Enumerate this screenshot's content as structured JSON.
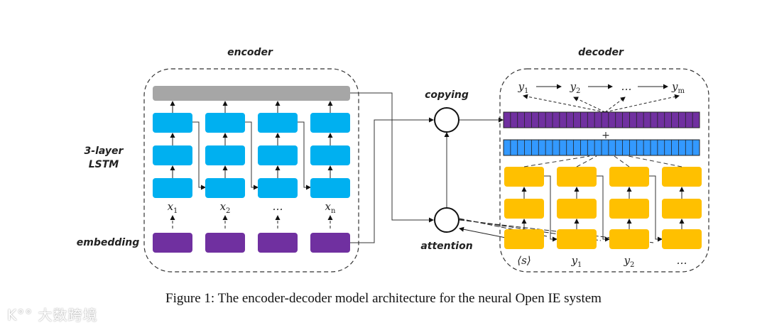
{
  "figure": {
    "caption": "Figure 1: The encoder-decoder model architecture for the neural Open IE system",
    "watermark": "K°° 大数跨境"
  },
  "encoder": {
    "title": "encoder",
    "layer_label_line1": "3-layer",
    "layer_label_line2": "LSTM",
    "embedding_label": "embedding",
    "inputs": [
      {
        "base": "x",
        "sub": "1"
      },
      {
        "base": "x",
        "sub": "2"
      },
      {
        "base": "…",
        "sub": ""
      },
      {
        "base": "x",
        "sub": "n"
      }
    ],
    "lstm_layers": 3,
    "columns": 4
  },
  "middle": {
    "copying_label": "copying",
    "attention_label": "attention"
  },
  "decoder": {
    "title": "decoder",
    "plus": "+",
    "outputs": [
      {
        "base": "y",
        "sub": "1"
      },
      {
        "base": "y",
        "sub": "2"
      },
      {
        "base": "…",
        "sub": ""
      },
      {
        "base": "y",
        "sub": "m"
      }
    ],
    "inputs": [
      {
        "base": "⟨s⟩",
        "sub": ""
      },
      {
        "base": "y",
        "sub": "1"
      },
      {
        "base": "y",
        "sub": "2"
      },
      {
        "base": "…",
        "sub": ""
      }
    ],
    "lstm_layers": 3,
    "columns": 4
  },
  "colors": {
    "encoder_lstm": "#00b0f0",
    "embedding": "#7030a0",
    "encoder_top": "#a6a6a6",
    "decoder_lstm": "#ffc000",
    "copy_bar": "#7030a0",
    "attn_bar": "#3399ff"
  }
}
